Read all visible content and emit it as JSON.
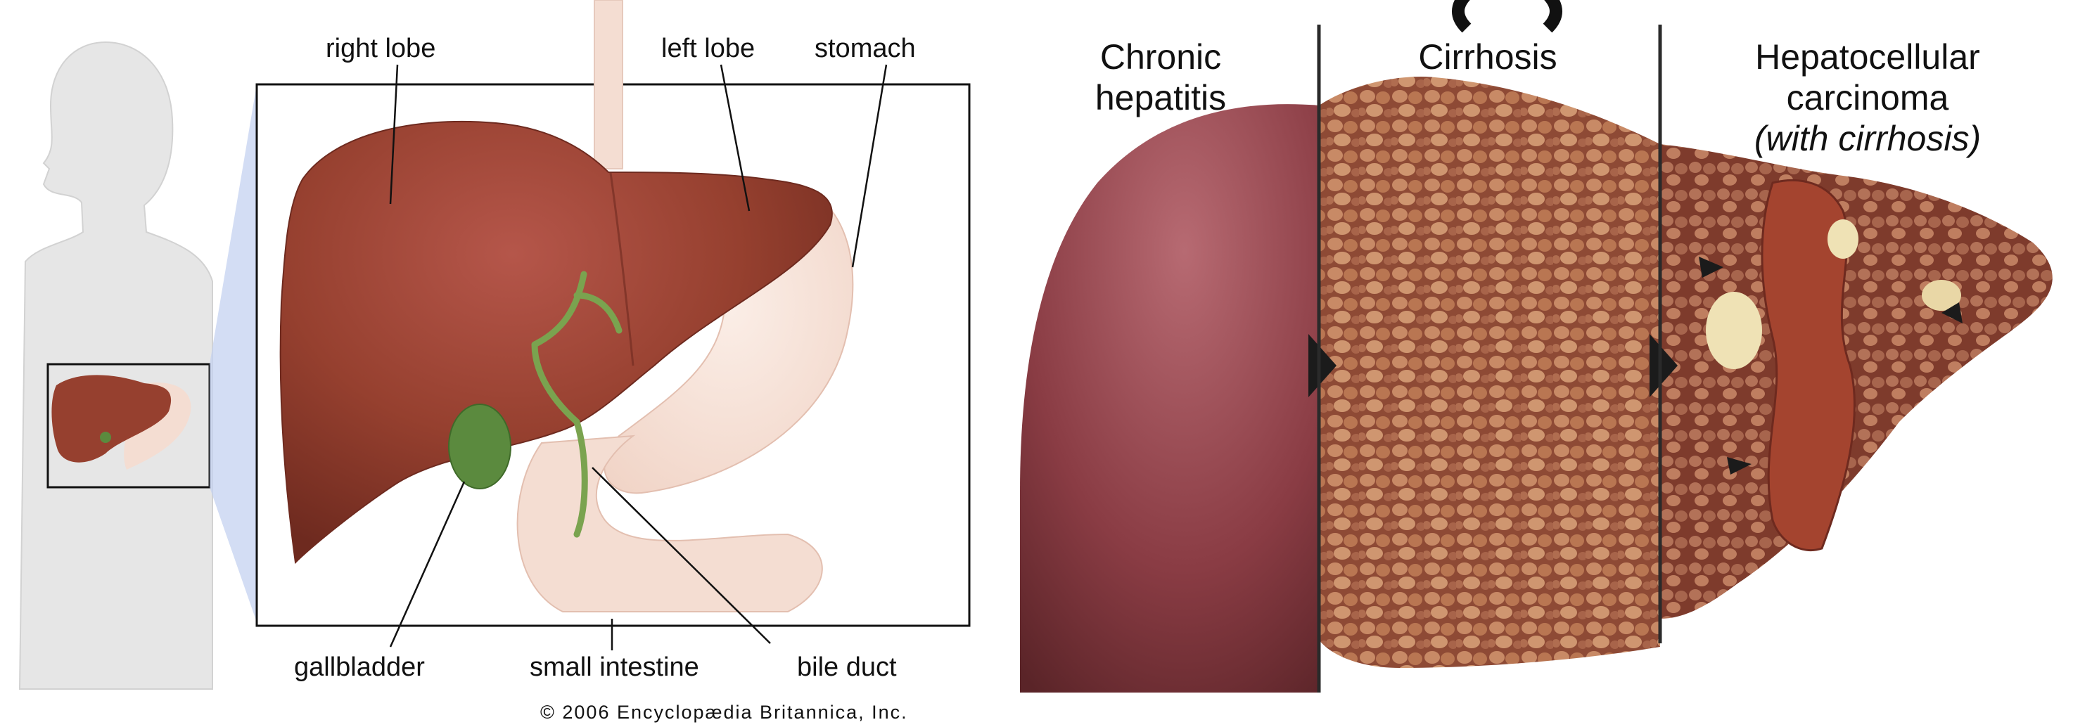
{
  "anatomy": {
    "labels": {
      "right_lobe": "right lobe",
      "left_lobe": "left lobe",
      "stomach": "stomach",
      "gallbladder": "gallbladder",
      "small_intestine": "small intestine",
      "bile_duct": "bile duct"
    },
    "credit": "© 2006 Encyclopædia Britannica, Inc."
  },
  "progression": {
    "stages": [
      {
        "lines": [
          "Chronic",
          "hepatitis"
        ]
      },
      {
        "lines": [
          "Cirrhosis"
        ]
      },
      {
        "lines": [
          "Hepatocellular",
          "carcinoma"
        ],
        "note": "(with cirrhosis)"
      }
    ]
  },
  "colors": {
    "liver": "#8c3a2a",
    "liver_highlight": "#b5564a",
    "stomach": "#f4ddd2",
    "gallbladder": "#5b8a3e",
    "silhouette": "#e6e6e6",
    "zoom": "#aebfe6"
  }
}
